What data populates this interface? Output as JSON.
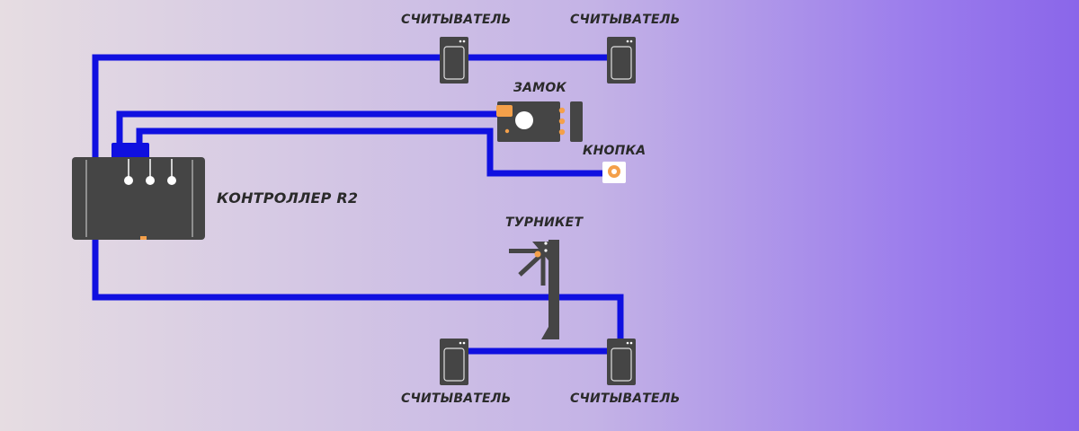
{
  "labels": {
    "reader_top_1": "СЧИТЫВАТЕЛЬ",
    "reader_top_2": "СЧИТЫВАТЕЛЬ",
    "lock": "ЗАМОК",
    "button": "КНОПКА",
    "controller": "КОНТРОЛЛЕР R2",
    "turnstile": "ТУРНИКЕТ",
    "reader_bottom_1": "СЧИТЫВАТЕЛЬ",
    "reader_bottom_2": "СЧИТЫВАТЕЛЬ"
  },
  "colors": {
    "wire": "#1010e0",
    "device": "#454545",
    "accent": "#f4a04a",
    "white": "#ffffff"
  }
}
